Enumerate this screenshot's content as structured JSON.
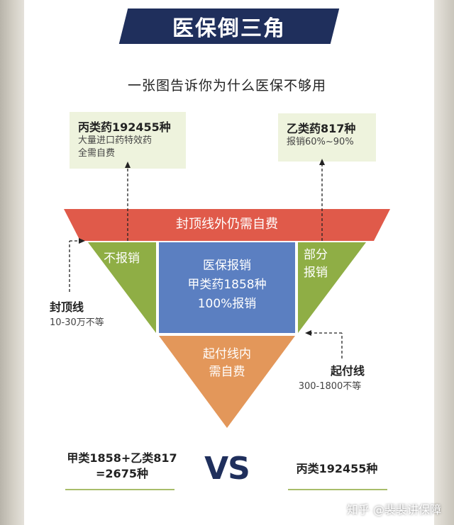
{
  "title": "医保倒三角",
  "subtitle": "一张图告诉你为什么医保不够用",
  "bing_callout": {
    "name": "丙类药192455种",
    "desc_line1": "大量进口药特效药",
    "desc_line2": "全需自费"
  },
  "yi_callout": {
    "name": "乙类药817种",
    "desc": "报销60%~90%"
  },
  "triangle": {
    "top_band": "封顶线外仍需自费",
    "left_line1": "不报销",
    "center_line1": "医保报销",
    "center_line2": "甲类药1858种",
    "center_line3": "100%报销",
    "right_line1": "部分",
    "right_line2": "报销",
    "bottom_line1": "起付线内",
    "bottom_line2": "需自费"
  },
  "fengding": {
    "name": "封顶线",
    "desc": "10-30万不等"
  },
  "qifu": {
    "name": "起付线",
    "desc": "300-1800不等"
  },
  "comparison": {
    "left_line1": "甲类1858+乙类817",
    "left_line2": "=2675种",
    "vs": "VS",
    "right": "丙类192455种"
  },
  "credit": "知乎 @裴裴讲保障",
  "colors": {
    "banner": "#1f2f5c",
    "red_band": "#e05a4a",
    "green": "#8fae45",
    "blue": "#5b7fc1",
    "orange": "#e3975a",
    "callout_bg": "#eef3dd"
  }
}
